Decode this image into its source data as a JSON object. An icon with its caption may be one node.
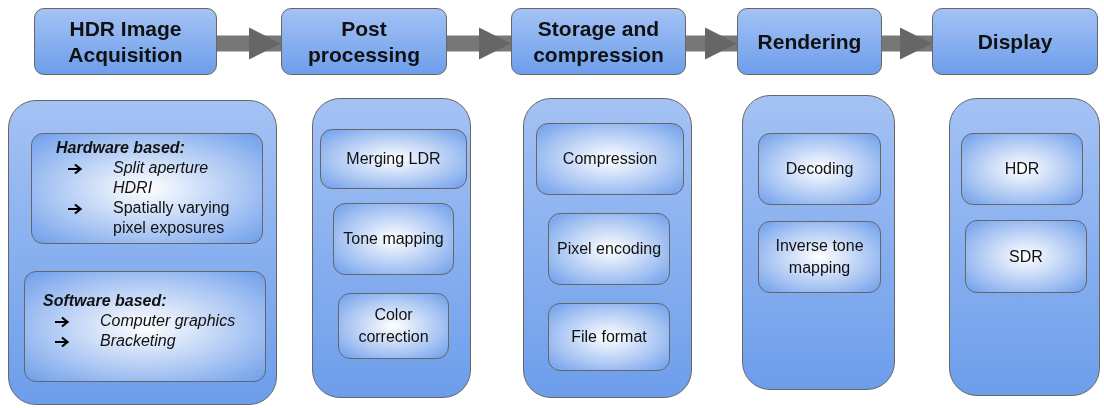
{
  "diagram": {
    "nodes": [
      {
        "text": [
          "HDR Image Acquisition"
        ]
      },
      {
        "text": [
          "Post processing"
        ]
      },
      {
        "text": [
          "Storage and compression"
        ]
      },
      {
        "text": [
          "Rendering"
        ]
      },
      {
        "text": [
          "Display"
        ]
      },
      {
        "text": [],
        "shape": "box"
      },
      {
        "text": [
          "Hardware based:",
          "Split aperture HDRI",
          "Spatially varying pixel exposures"
        ],
        "in": 5
      },
      {
        "text": [
          "Software based:",
          "Computer graphics",
          "Bracketing"
        ],
        "in": 5
      },
      {
        "text": [],
        "shape": "box"
      },
      {
        "text": [
          "Merging LDR"
        ],
        "in": 8
      },
      {
        "text": [
          "Tone mapping"
        ],
        "in": 8
      },
      {
        "text": [
          "Color correction"
        ],
        "in": 8
      },
      {
        "text": [],
        "shape": "box"
      },
      {
        "text": [
          "Compression"
        ],
        "in": 12
      },
      {
        "text": [
          "Pixel encoding"
        ],
        "in": 12
      },
      {
        "text": [
          "File format"
        ],
        "in": 12
      },
      {
        "text": [],
        "shape": "box"
      },
      {
        "text": [
          "Decoding"
        ],
        "in": 16
      },
      {
        "text": [
          "Inverse tone mapping"
        ],
        "in": 16
      },
      {
        "text": [],
        "shape": "box"
      },
      {
        "text": [
          "HDR"
        ],
        "in": 19
      },
      {
        "text": [
          "SDR"
        ],
        "in": 19
      }
    ],
    "edges": [
      {
        "from": 0,
        "to": 1,
        "arrow": "to"
      },
      {
        "from": 1,
        "to": 2,
        "arrow": "to"
      },
      {
        "from": 2,
        "to": 3,
        "arrow": "to"
      },
      {
        "from": 3,
        "to": 4,
        "arrow": "to"
      }
    ]
  }
}
